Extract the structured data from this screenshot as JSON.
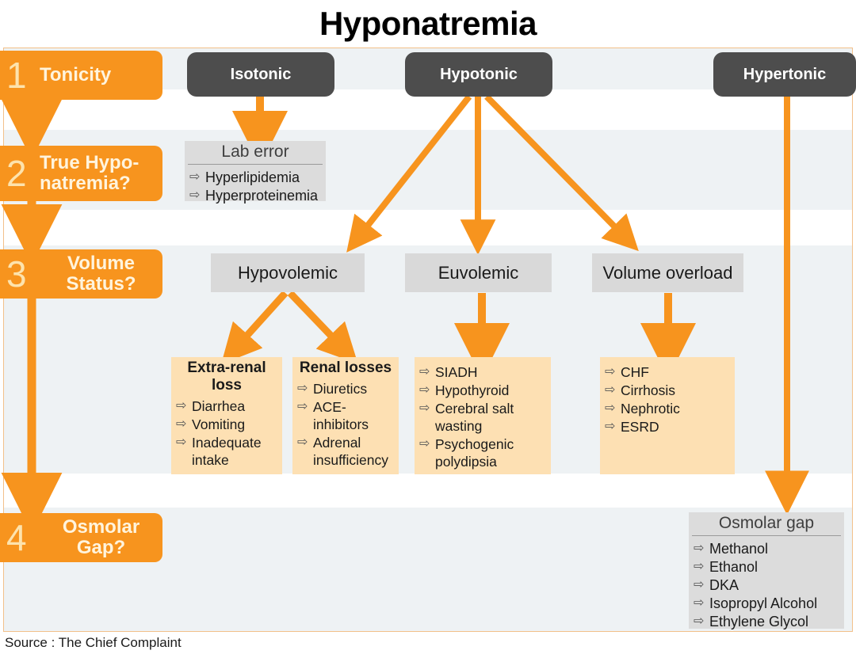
{
  "title": "Hyponatremia",
  "source": "Source : The Chief Complaint",
  "colors": {
    "orange": "#f7941e",
    "dark_pill": "#4d4d4d",
    "gray_header": "#d9d9d9",
    "orange_box": "#fde0b3",
    "band": "#eef2f4",
    "frame_border": "#f2c08a"
  },
  "steps": [
    {
      "num": "1",
      "label": "Tonicity"
    },
    {
      "num": "2",
      "label": "True Hypo-\nnatremia?"
    },
    {
      "num": "3",
      "label": "Volume\nStatus?"
    },
    {
      "num": "4",
      "label": "Osmolar\nGap?"
    }
  ],
  "tonicity": [
    {
      "label": "Isotonic"
    },
    {
      "label": "Hypotonic"
    },
    {
      "label": "Hypertonic"
    }
  ],
  "lab_error": {
    "header": "Lab error",
    "items": [
      "Hyperlipidemia",
      "Hyperproteinemia"
    ]
  },
  "volume_status": [
    {
      "label": "Hypovolemic"
    },
    {
      "label": "Euvolemic"
    },
    {
      "label": "Volume overload"
    }
  ],
  "cause_boxes": [
    {
      "header": "Extra-renal loss",
      "items": [
        "Diarrhea",
        "Vomiting",
        "Inadequate intake"
      ]
    },
    {
      "header": "Renal losses",
      "items": [
        "Diuretics",
        "ACE-inhibitors",
        "Adrenal insufficiency"
      ]
    },
    {
      "header": "",
      "items": [
        "SIADH",
        "Hypothyroid",
        "Cerebral salt wasting",
        "Psychogenic polydipsia"
      ]
    },
    {
      "header": "",
      "items": [
        "CHF",
        "Cirrhosis",
        "Nephrotic",
        "ESRD"
      ]
    }
  ],
  "osmolar_gap": {
    "header": "Osmolar gap",
    "items": [
      "Methanol",
      "Ethanol",
      "DKA",
      "Isopropyl Alcohol",
      "Ethylene Glycol"
    ]
  },
  "icons": {
    "bullet": "⇨"
  }
}
